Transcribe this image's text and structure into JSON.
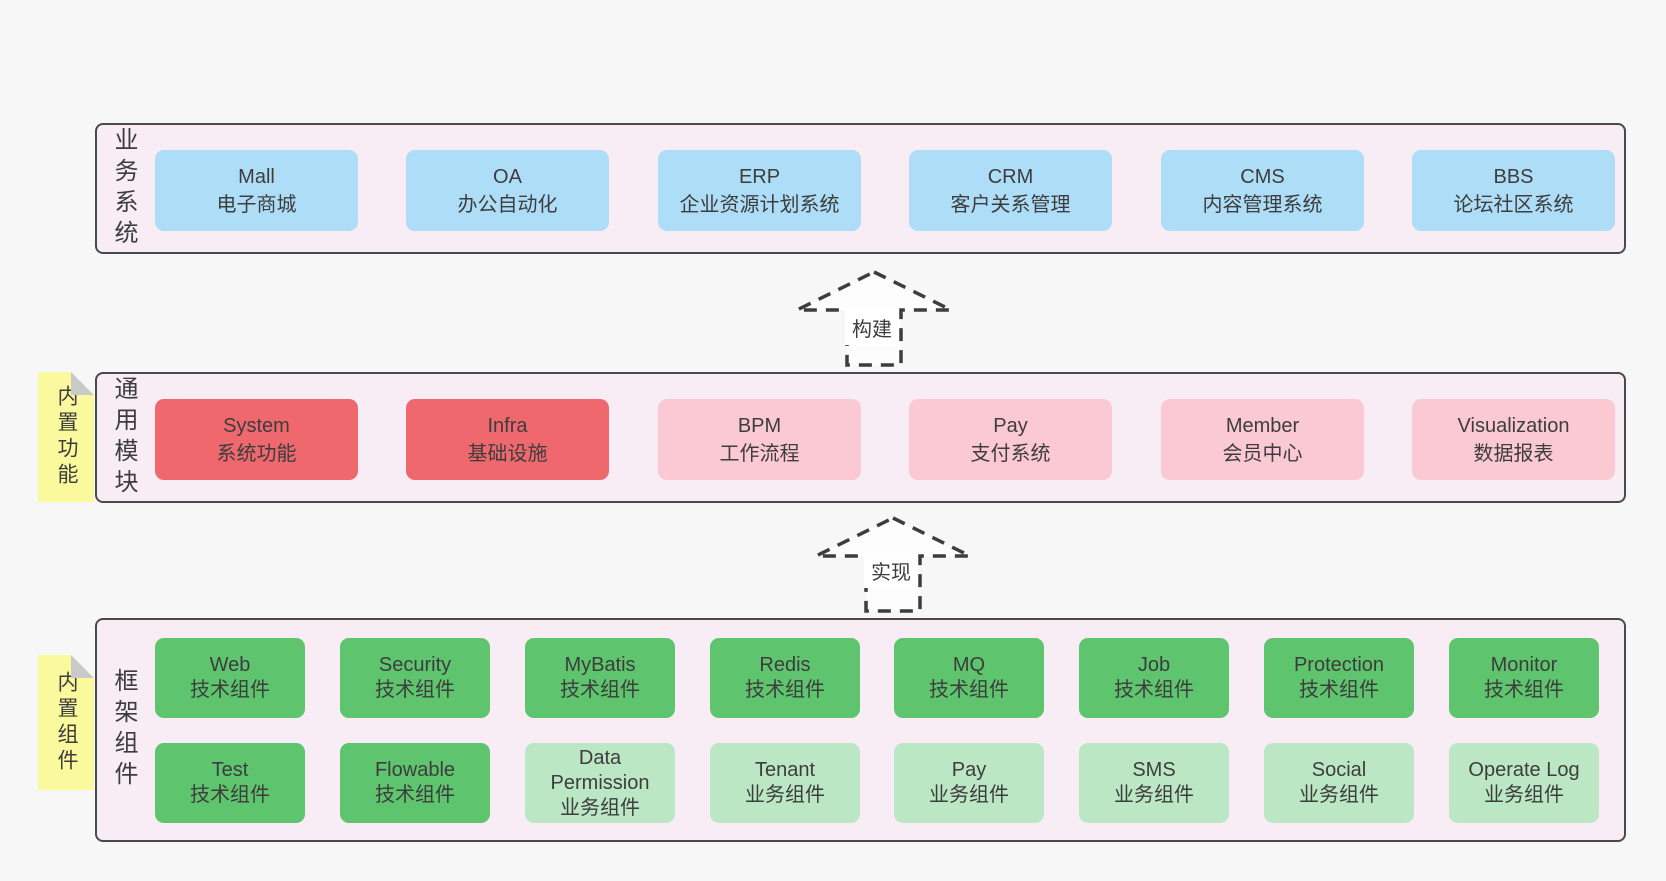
{
  "diagram": {
    "layers": {
      "business": {
        "label": "业务系统",
        "boxes": [
          {
            "name": "Mall",
            "desc": "电子商城",
            "variant": "blue"
          },
          {
            "name": "OA",
            "desc": "办公自动化",
            "variant": "blue"
          },
          {
            "name": "ERP",
            "desc": "企业资源计划系统",
            "variant": "blue"
          },
          {
            "name": "CRM",
            "desc": "客户关系管理",
            "variant": "blue"
          },
          {
            "name": "CMS",
            "desc": "内容管理系统",
            "variant": "blue"
          },
          {
            "name": "BBS",
            "desc": "论坛社区系统",
            "variant": "blue"
          }
        ]
      },
      "modules": {
        "label": "通用模块",
        "sticky": "内置功能",
        "boxes": [
          {
            "name": "System",
            "desc": "系统功能",
            "variant": "red"
          },
          {
            "name": "Infra",
            "desc": "基础设施",
            "variant": "red"
          },
          {
            "name": "BPM",
            "desc": "工作流程",
            "variant": "pink"
          },
          {
            "name": "Pay",
            "desc": "支付系统",
            "variant": "pink"
          },
          {
            "name": "Member",
            "desc": "会员中心",
            "variant": "pink"
          },
          {
            "name": "Visualization",
            "desc": "数据报表",
            "variant": "pink"
          }
        ]
      },
      "components": {
        "label": "框架组件",
        "sticky": "内置组件",
        "row1": [
          {
            "name": "Web",
            "desc": "技术组件",
            "variant": "green"
          },
          {
            "name": "Security",
            "desc": "技术组件",
            "variant": "green"
          },
          {
            "name": "MyBatis",
            "desc": "技术组件",
            "variant": "green"
          },
          {
            "name": "Redis",
            "desc": "技术组件",
            "variant": "green"
          },
          {
            "name": "MQ",
            "desc": "技术组件",
            "variant": "green"
          },
          {
            "name": "Job",
            "desc": "技术组件",
            "variant": "green"
          },
          {
            "name": "Protection",
            "desc": "技术组件",
            "variant": "green"
          },
          {
            "name": "Monitor",
            "desc": "技术组件",
            "variant": "green"
          }
        ],
        "row2": [
          {
            "name": "Test",
            "desc": "技术组件",
            "variant": "green"
          },
          {
            "name": "Flowable",
            "desc": "技术组件",
            "variant": "green"
          },
          {
            "name": "Data Permission",
            "desc": "业务组件",
            "variant": "green-light"
          },
          {
            "name": "Tenant",
            "desc": "业务组件",
            "variant": "green-light"
          },
          {
            "name": "Pay",
            "desc": "业务组件",
            "variant": "green-light"
          },
          {
            "name": "SMS",
            "desc": "业务组件",
            "variant": "green-light"
          },
          {
            "name": "Social",
            "desc": "业务组件",
            "variant": "green-light"
          },
          {
            "name": "Operate Log",
            "desc": "业务组件",
            "variant": "green-light"
          }
        ]
      }
    },
    "arrows": [
      {
        "label": "构建"
      },
      {
        "label": "实现"
      }
    ],
    "colors": {
      "page_bg": "#f7f7f7",
      "band_bg": "#f8edf5",
      "band_border": "#4a4a4a",
      "blue": "#aedef7",
      "red": "#ef686d",
      "pink": "#fbc9d3",
      "green": "#5ec46d",
      "green_light": "#bce7c5",
      "sticky_yellow": "#fbf99e",
      "sticky_fold": "#c9c9c9",
      "text": "#3d3d3d"
    }
  }
}
